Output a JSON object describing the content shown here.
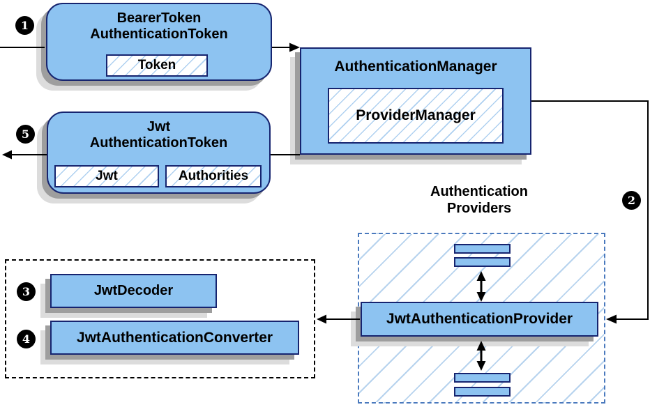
{
  "nodes": {
    "bearer_token": {
      "line1": "BearerToken",
      "line2": "AuthenticationToken",
      "chip": "Token"
    },
    "auth_manager": {
      "title": "AuthenticationManager",
      "chip": "ProviderManager"
    },
    "jwt_auth_token": {
      "line1": "Jwt",
      "line2": "AuthenticationToken",
      "chip1": "Jwt",
      "chip2": "Authorities"
    },
    "providers_group": {
      "label_line1": "Authentication",
      "label_line2": "Providers"
    },
    "jwt_auth_provider": {
      "title": "JwtAuthenticationProvider"
    },
    "jwt_decoder": {
      "title": "JwtDecoder"
    },
    "jwt_auth_converter": {
      "title": "JwtAuthenticationConverter"
    }
  },
  "badges": {
    "step1": "1",
    "step2": "2",
    "step3": "3",
    "step4": "4",
    "step5": "5"
  },
  "colors": {
    "node_fill": "#8dc3f1",
    "node_border": "#16246f",
    "hatch_line": "#aed0f0",
    "providers_hatch_line": "#b7d3ee",
    "providers_dashed_border": "#4a79bd",
    "internals_dashed_border": "#000000",
    "shadow_dark": "#9e9e9e",
    "shadow_light": "#dcdcdc",
    "connector": "#000000",
    "badge_bg": "#000000",
    "badge_text": "#ffffff"
  }
}
